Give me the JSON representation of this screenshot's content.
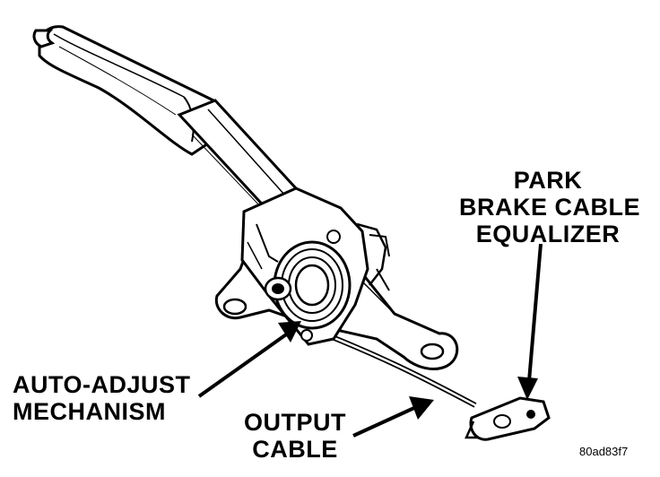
{
  "labels": {
    "equalizer": {
      "line1": "PARK",
      "line2": "BRAKE CABLE",
      "line3": "EQUALIZER"
    },
    "auto_adjust": {
      "line1": "AUTO-ADJUST",
      "line2": "MECHANISM"
    },
    "output_cable": {
      "line1": "OUTPUT",
      "line2": "CABLE"
    }
  },
  "figure_id": "80ad83f7",
  "colors": {
    "ink": "#000000",
    "paper": "#ffffff"
  }
}
